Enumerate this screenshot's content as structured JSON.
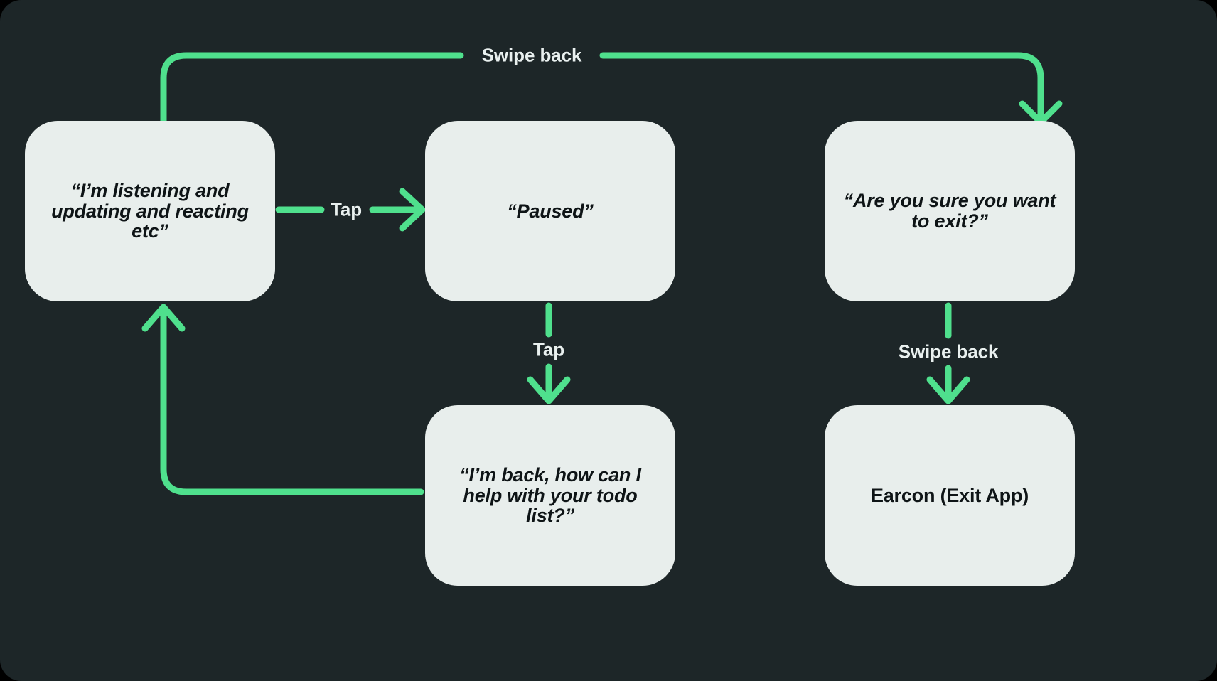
{
  "diagram": {
    "type": "flowchart",
    "background_color": "#1d2628",
    "node_fill_color": "#e8eeec",
    "node_text_color": "#0e1416",
    "connector_color": "#4fe08d",
    "label_text_color": "#e9f0ef",
    "nodes": [
      {
        "id": "listening",
        "label": "“I’m listening and updating and reacting etc”",
        "style": "italic",
        "column": "left",
        "row": "top"
      },
      {
        "id": "paused",
        "label": "“Paused”",
        "style": "italic",
        "column": "center",
        "row": "top"
      },
      {
        "id": "confirm",
        "label": "“Are you sure you want to exit?”",
        "style": "italic",
        "column": "right",
        "row": "top"
      },
      {
        "id": "back",
        "label": "“I’m back, how can I help with your todo list?”",
        "style": "italic",
        "column": "center",
        "row": "bottom"
      },
      {
        "id": "earcon",
        "label": "Earcon (Exit App)",
        "style": "plain",
        "column": "right",
        "row": "bottom"
      }
    ],
    "edges": [
      {
        "id": "listening-to-paused",
        "from": "listening",
        "to": "paused",
        "label": "Tap",
        "direction": "right"
      },
      {
        "id": "paused-to-back",
        "from": "paused",
        "to": "back",
        "label": "Tap",
        "direction": "down"
      },
      {
        "id": "listening-to-confirm",
        "from": "listening",
        "to": "confirm",
        "label": "Swipe back",
        "direction": "over-top"
      },
      {
        "id": "confirm-to-earcon",
        "from": "confirm",
        "to": "earcon",
        "label": "Swipe back",
        "direction": "down"
      },
      {
        "id": "back-to-listening",
        "from": "back",
        "to": "listening",
        "label": "",
        "direction": "loop-left-up"
      }
    ]
  },
  "labels": {
    "swipe_back_top": "Swipe back",
    "tap_horizontal": "Tap",
    "tap_vertical": "Tap",
    "swipe_back_right": "Swipe back"
  },
  "nodes": {
    "listening": "“I’m listening and updating and reacting etc”",
    "paused": "“Paused”",
    "confirm": "“Are you sure you want to exit?”",
    "back": "“I’m back, how can I help with your todo list?”",
    "earcon": "Earcon (Exit App)"
  }
}
